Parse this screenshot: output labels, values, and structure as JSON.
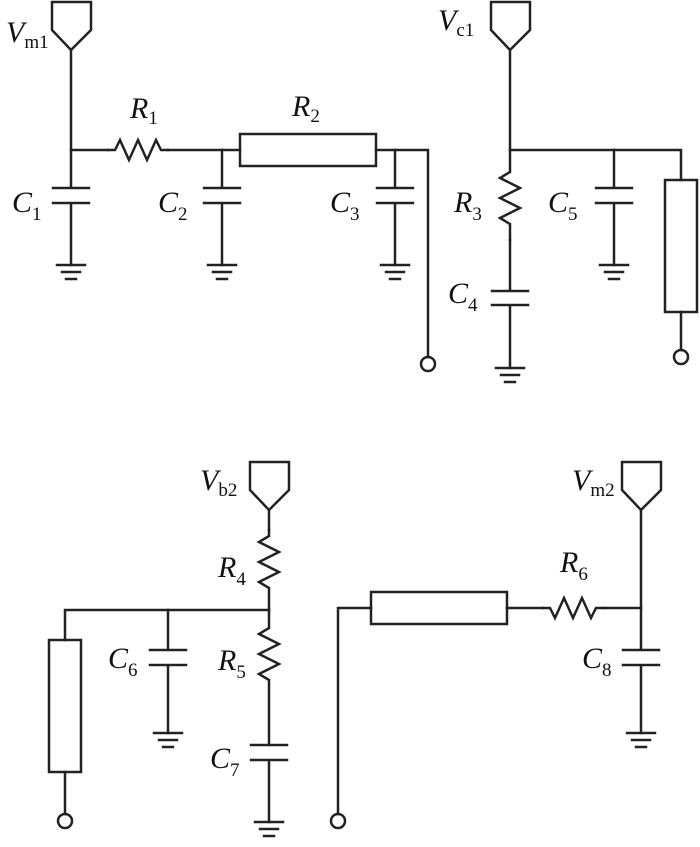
{
  "labels": {
    "Vm1": {
      "main": "V",
      "sub": "m1"
    },
    "Vc1": {
      "main": "V",
      "sub": "c1"
    },
    "Vb2": {
      "main": "V",
      "sub": "b2"
    },
    "Vm2": {
      "main": "V",
      "sub": "m2"
    },
    "R1": {
      "main": "R",
      "sub": "1"
    },
    "R2": {
      "main": "R",
      "sub": "2"
    },
    "R3": {
      "main": "R",
      "sub": "3"
    },
    "R4": {
      "main": "R",
      "sub": "4"
    },
    "R5": {
      "main": "R",
      "sub": "5"
    },
    "R6": {
      "main": "R",
      "sub": "6"
    },
    "C1": {
      "main": "C",
      "sub": "1"
    },
    "C2": {
      "main": "C",
      "sub": "2"
    },
    "C3": {
      "main": "C",
      "sub": "3"
    },
    "C4": {
      "main": "C",
      "sub": "4"
    },
    "C5": {
      "main": "C",
      "sub": "5"
    },
    "C6": {
      "main": "C",
      "sub": "6"
    },
    "C7": {
      "main": "C",
      "sub": "7"
    },
    "C8": {
      "main": "C",
      "sub": "8"
    }
  }
}
